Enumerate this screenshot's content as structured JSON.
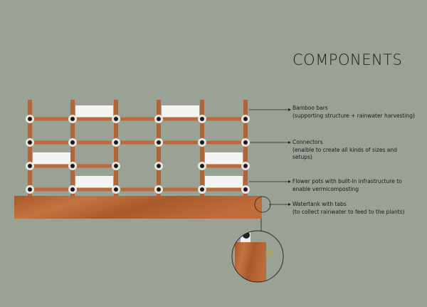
{
  "title": "COMPONENTS",
  "components": [
    {
      "name": "Bamboo bars",
      "desc": "(supporting structure + rainwater harvesting)"
    },
    {
      "name": "Connectors",
      "desc": "(enalble to create all kinds of sizes and setups)"
    },
    {
      "name": "Flower pots with built-in infrastructure to enable vermicomposting",
      "desc": ""
    },
    {
      "name": "Watertank with tabs",
      "desc": "(to collect rainwater to feed to the plants)"
    }
  ],
  "colors": {
    "background": "#9aa295",
    "bamboo": "#b86a3c",
    "pot": "#f4f4f2",
    "tank": "#b5642f"
  }
}
